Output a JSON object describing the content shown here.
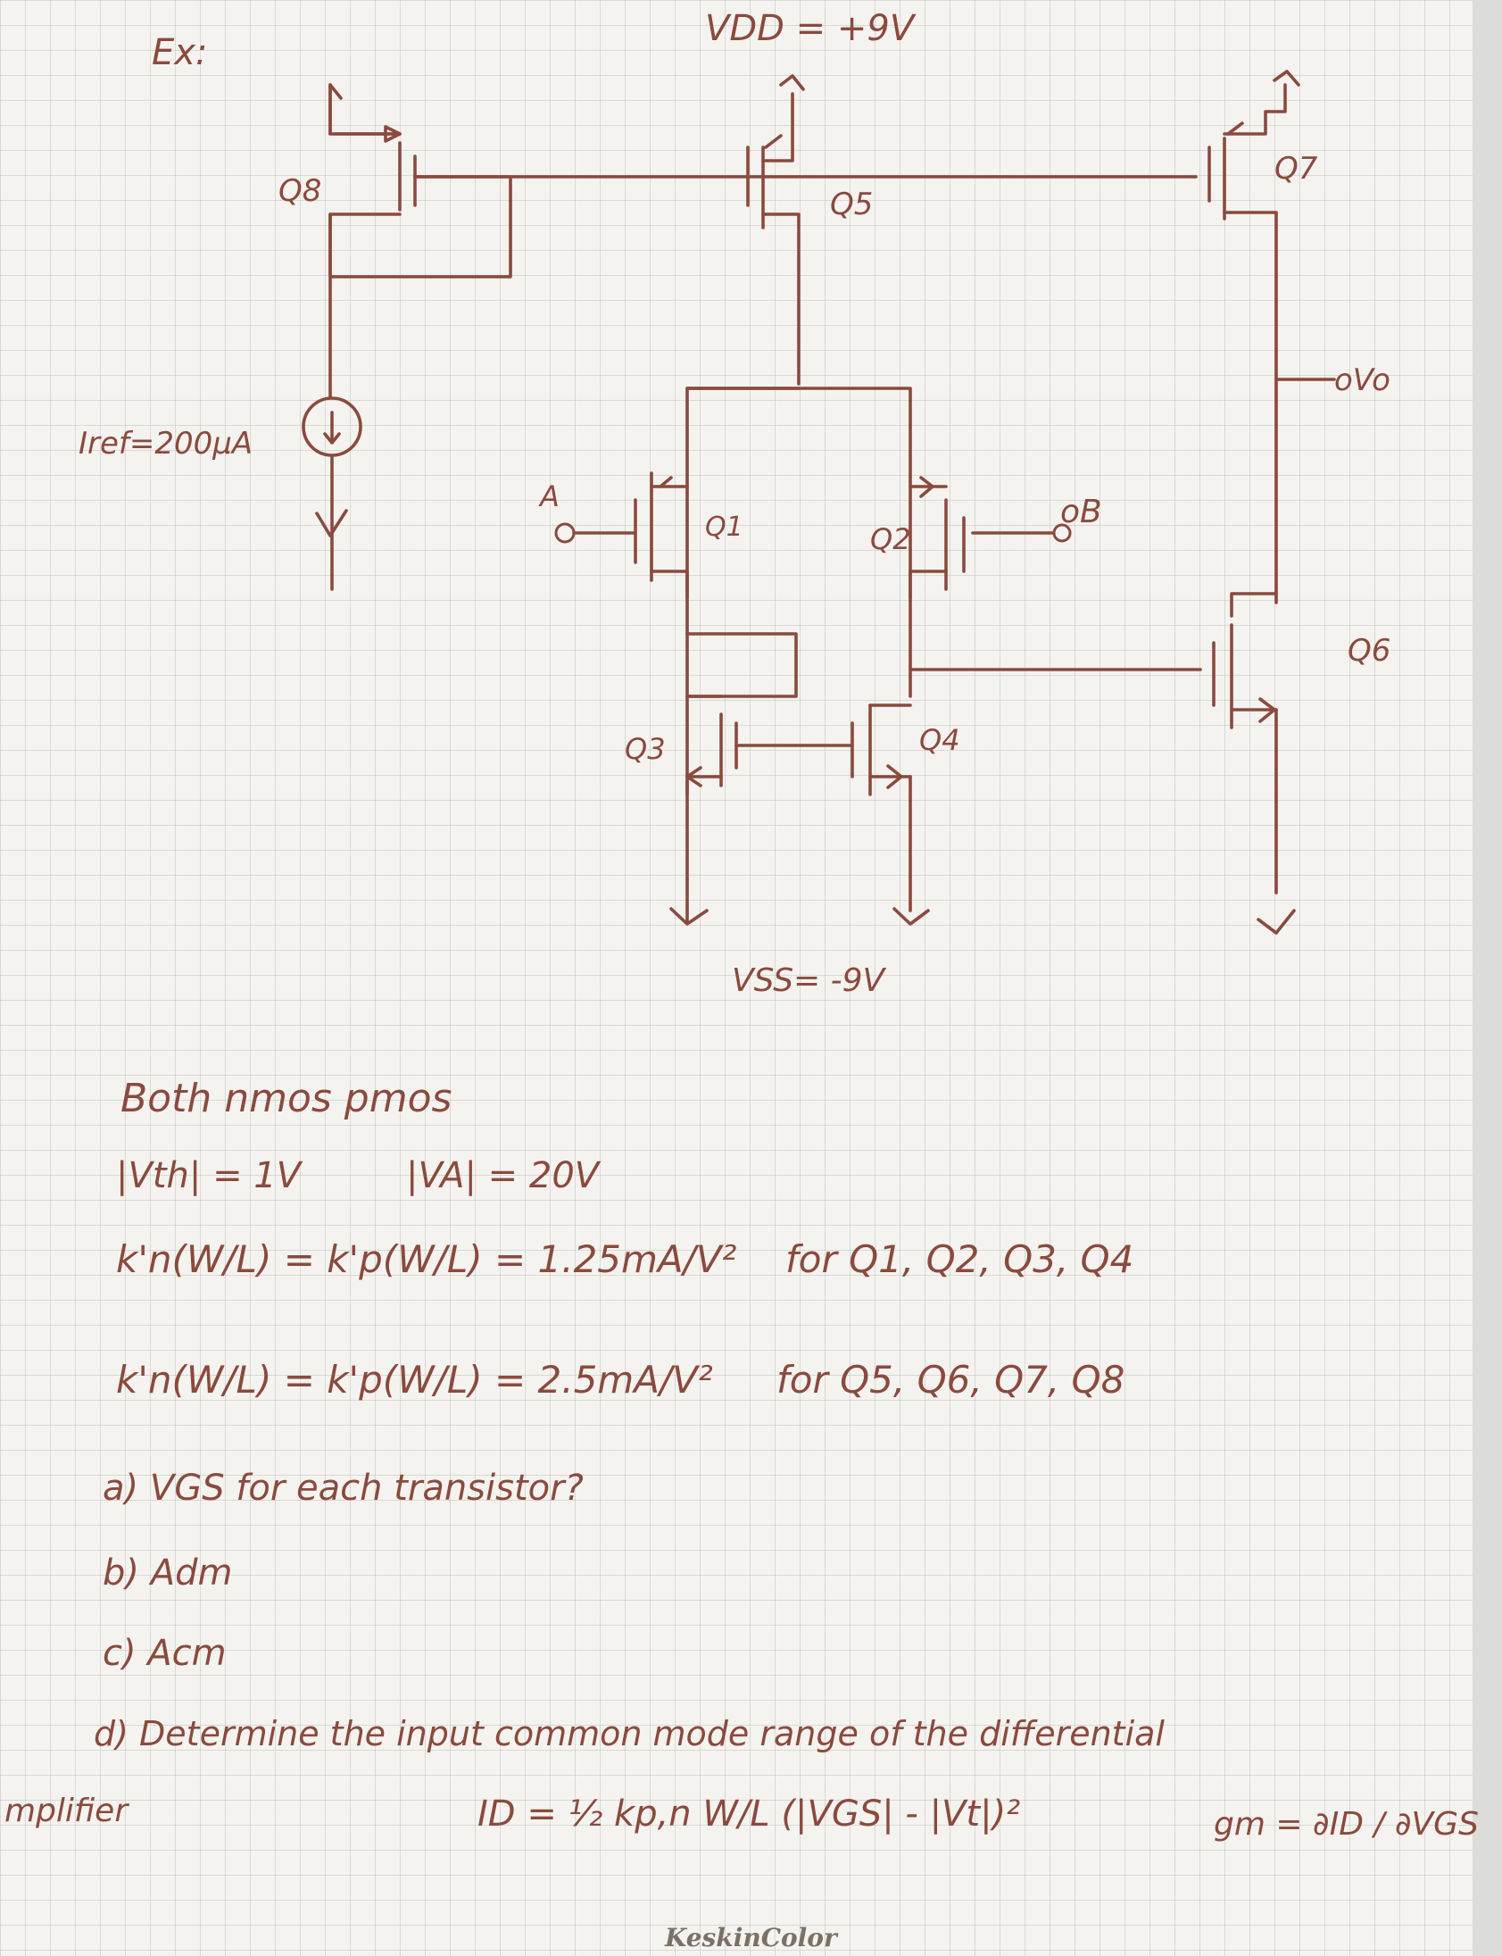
{
  "circuit": {
    "example_label": "Ex:",
    "vdd_label": "VDD = +9V",
    "vss_label": "VSS= -9V",
    "iref_label": "Iref=200μA",
    "output_label": "oVo",
    "input_a_label": "A",
    "input_b_label": "oB",
    "transistors": {
      "q1": "Q1",
      "q2": "Q2",
      "q3": "Q3",
      "q4": "Q4",
      "q5": "Q5",
      "q6": "Q6",
      "q7": "Q7",
      "q8": "Q8"
    }
  },
  "notes": {
    "both": "Both nmos pmos",
    "vth": "|Vth| = 1V",
    "va": "|VA| = 20V",
    "k_eq1": "k'n(W/L) = k'p(W/L) = 1.25mA/V²",
    "k_eq1_for": "for Q1, Q2, Q3, Q4",
    "k_eq2": "k'n(W/L) = k'p(W/L) = 2.5mA/V²",
    "k_eq2_for": "for Q5, Q6, Q7, Q8",
    "q_a": "a) VGS for each transistor?",
    "q_b": "b) Adm",
    "q_c": "c) Acm",
    "q_d": "d) Determine the input common mode range of the differential",
    "amplifier": "mplifier",
    "id_formula": "ID = ½ kp,n W/L (|VGS| - |Vt|)²",
    "gm_formula": "gm = ∂ID / ∂VGS"
  },
  "brand": "KeskinColor"
}
